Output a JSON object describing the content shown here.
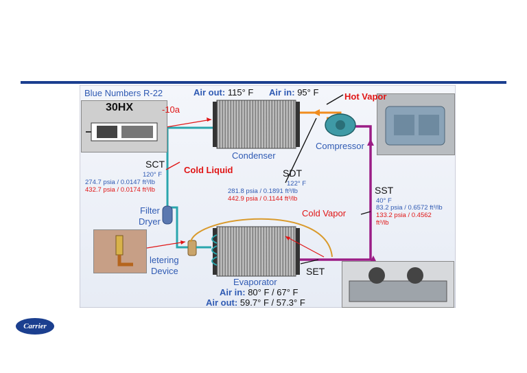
{
  "colors": {
    "accent_rule": "#1b3f8f",
    "liquid_line": "#2aa6ad",
    "hot_line": "#f08c1e",
    "vapor_line": "#9b1d86",
    "label_blue": "#2f5ab3",
    "label_red": "#e01515"
  },
  "diagram": {
    "title": "Blue Numbers R-22",
    "unit_label": "30HX",
    "refrigerant_fragment": "-10a",
    "air_out_top": "Air out:",
    "air_out_top_value": "115° F",
    "air_in_top": "Air in:",
    "air_in_top_value": "95° F",
    "hot_vapor": "Hot Vapor",
    "condenser": "Condenser",
    "compressor": "Compressor",
    "sct": {
      "name": "SCT",
      "temp": "120° F",
      "blue": "274.7 psia / 0.0147 ft³/lb",
      "red": "432.7 psia / 0.0174 ft³/lb"
    },
    "cold_liquid": "Cold Liquid",
    "sdt": {
      "name": "SDT",
      "temp": "122° F",
      "blue": "281.8 psia / 0.1891 ft³/lb",
      "red": "442.9 psia / 0.1144 ft³/lb"
    },
    "sst": {
      "name": "SST",
      "temp": "40° F",
      "blue": "83.2 psia / 0.6572 ft³/lb",
      "red_line1": "133.2 psia / 0.4562",
      "red_line2": "ft³/lb"
    },
    "cold_vapor": "Cold Vapor",
    "filter_dryer_1": "Filter",
    "filter_dryer_2": "Dryer",
    "metering_1": "letering",
    "metering_2": "Device",
    "evaporator": "Evaporator",
    "set": "SET",
    "air_in_bottom": "Air in:",
    "air_in_bottom_value": "80° F / 67° F",
    "air_out_bottom": "Air out:",
    "air_out_bottom_value": "59.7° F / 57.3° F"
  },
  "logo": {
    "text": "Carrier"
  },
  "icons": {
    "logo": "carrier-logo-icon",
    "condenser": "condenser-coil-icon",
    "evaporator": "evaporator-coil-icon",
    "compressor": "compressor-icon",
    "filter": "filter-dryer-icon",
    "valve": "expansion-valve-icon"
  }
}
